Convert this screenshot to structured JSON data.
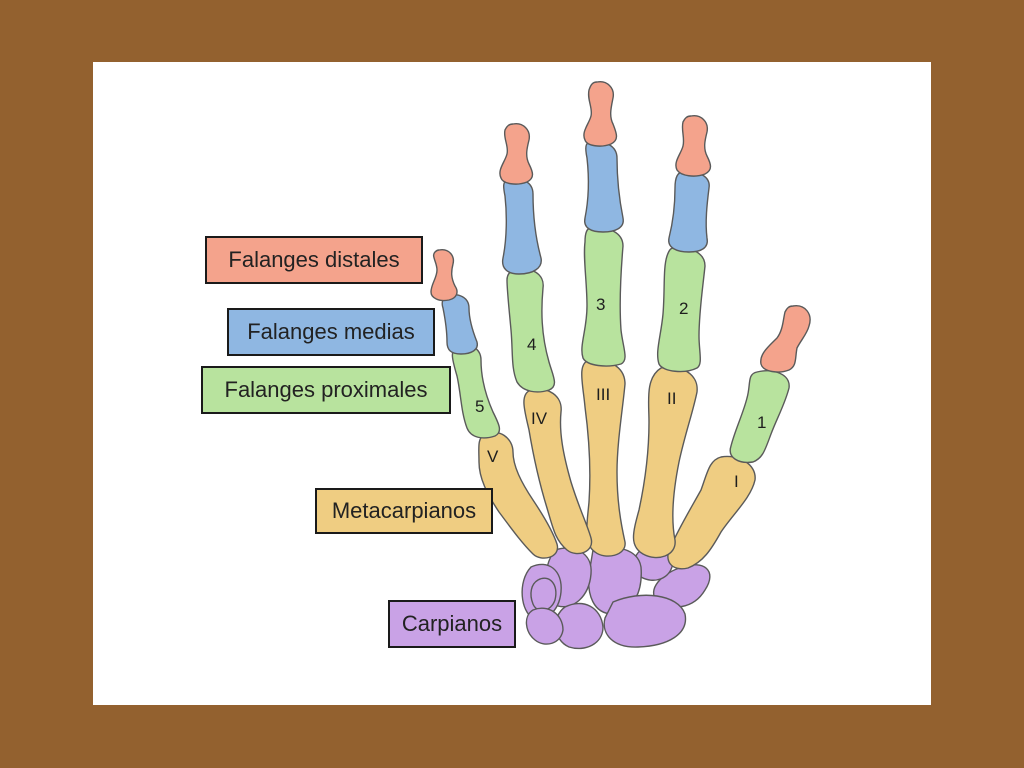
{
  "legend": {
    "distales": "Falanges distales",
    "medias": "Falanges medias",
    "proximales": "Falanges proximales",
    "metacarpianos": "Metacarpianos",
    "carpianos": "Carpianos"
  },
  "finger_numbers": [
    "1",
    "2",
    "3",
    "4",
    "5"
  ],
  "metacarpal_numbers": [
    "I",
    "II",
    "III",
    "IV",
    "V"
  ],
  "colors": {
    "frame": "#93612f",
    "distal": "#f4a38c",
    "middle": "#8fb7e2",
    "proximal": "#b8e39e",
    "metacarpal": "#efcd82",
    "carpal": "#c9a2e6"
  }
}
